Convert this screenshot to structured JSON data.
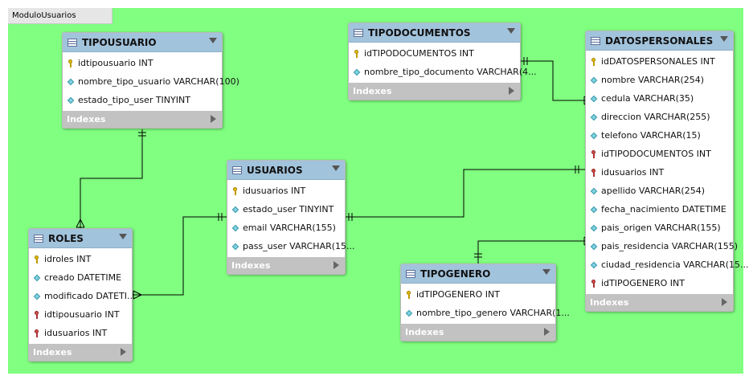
{
  "diagram_title": "ModuloUsuarios",
  "tables": [
    {
      "id": "tipousuario",
      "title": "TIPOUSUARIO",
      "columns": [
        {
          "icon": "key",
          "text": "idtipousuario INT"
        },
        {
          "icon": "col",
          "text": "nombre_tipo_usuario VARCHAR(100)"
        },
        {
          "icon": "col",
          "text": "estado_tipo_user TINYINT"
        }
      ],
      "indexes": "Indexes"
    },
    {
      "id": "tipodocumentos",
      "title": "TIPODOCUMENTOS",
      "columns": [
        {
          "icon": "key",
          "text": "idTIPODOCUMENTOS INT"
        },
        {
          "icon": "col",
          "text": "nombre_tipo_documento VARCHAR(4..."
        }
      ],
      "indexes": "Indexes"
    },
    {
      "id": "datospersonales",
      "title": "DATOSPERSONALES",
      "columns": [
        {
          "icon": "key",
          "text": "idDATOSPERSONALES INT"
        },
        {
          "icon": "col",
          "text": "nombre VARCHAR(254)"
        },
        {
          "icon": "col",
          "text": "cedula VARCHAR(35)"
        },
        {
          "icon": "col",
          "text": "direccion VARCHAR(255)"
        },
        {
          "icon": "col",
          "text": "telefono VARCHAR(15)"
        },
        {
          "icon": "fk",
          "text": "idTIPODOCUMENTOS INT"
        },
        {
          "icon": "fk",
          "text": "idusuarios INT"
        },
        {
          "icon": "col",
          "text": "apellido VARCHAR(254)"
        },
        {
          "icon": "col",
          "text": "fecha_nacimiento DATETIME"
        },
        {
          "icon": "col",
          "text": "pais_origen VARCHAR(155)"
        },
        {
          "icon": "col",
          "text": "pais_residencia VARCHAR(155)"
        },
        {
          "icon": "col",
          "text": "ciudad_residencia VARCHAR(15..."
        },
        {
          "icon": "fk",
          "text": "idTIPOGENERO INT"
        }
      ],
      "indexes": "Indexes"
    },
    {
      "id": "usuarios",
      "title": "USUARIOS",
      "columns": [
        {
          "icon": "key",
          "text": "idusuarios INT"
        },
        {
          "icon": "col",
          "text": "estado_user TINYINT"
        },
        {
          "icon": "col",
          "text": "email VARCHAR(155)"
        },
        {
          "icon": "col",
          "text": "pass_user VARCHAR(15..."
        }
      ],
      "indexes": "Indexes"
    },
    {
      "id": "roles",
      "title": "ROLES",
      "columns": [
        {
          "icon": "key",
          "text": "idroles INT"
        },
        {
          "icon": "col",
          "text": "creado DATETIME"
        },
        {
          "icon": "col",
          "text": "modificado DATETI..."
        },
        {
          "icon": "fk",
          "text": "idtipousuario INT"
        },
        {
          "icon": "fk",
          "text": "idusuarios INT"
        }
      ],
      "indexes": "Indexes"
    },
    {
      "id": "tipogenero",
      "title": "TIPOGENERO",
      "columns": [
        {
          "icon": "key",
          "text": "idTIPOGENERO INT"
        },
        {
          "icon": "col",
          "text": "nombre_tipo_genero VARCHAR(1..."
        }
      ],
      "indexes": "Indexes"
    }
  ],
  "relationships": [
    {
      "from": "tipousuario",
      "to": "roles",
      "from_card": "one",
      "to_card": "many"
    },
    {
      "from": "usuarios",
      "to": "roles",
      "from_card": "one",
      "to_card": "many"
    },
    {
      "from": "usuarios",
      "to": "datospersonales",
      "from_card": "one",
      "to_card": "one"
    },
    {
      "from": "tipodocumentos",
      "to": "datospersonales",
      "from_card": "one",
      "to_card": "many"
    },
    {
      "from": "tipogenero",
      "to": "datospersonales",
      "from_card": "one",
      "to_card": "many"
    }
  ],
  "colors": {
    "canvas": "#80ff80",
    "header": "#a2c3dc",
    "indexes_bar": "#c2c2c2",
    "line": "#000000"
  }
}
